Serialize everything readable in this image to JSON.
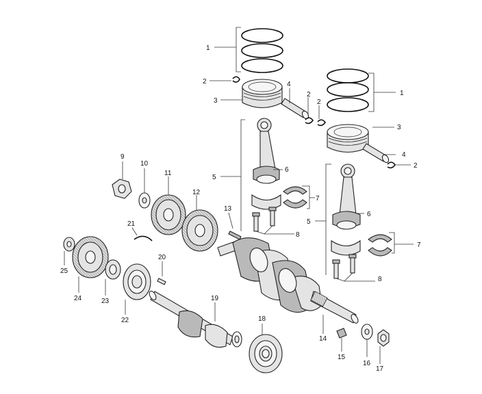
{
  "diagram": {
    "labels": {
      "l1a": "1",
      "l1b": "1",
      "l2a": "2",
      "l2b": "2",
      "l2c": "2",
      "l2d": "2",
      "l3a": "3",
      "l3b": "3",
      "l4a": "4",
      "l4b": "4",
      "l5a": "5",
      "l5b": "5",
      "l6a": "6",
      "l6b": "6",
      "l7a": "7",
      "l7b": "7",
      "l8a": "8",
      "l8b": "8",
      "l9": "9",
      "l10": "10",
      "l11": "11",
      "l12": "12",
      "l13": "13",
      "l14": "14",
      "l15": "15",
      "l16": "16",
      "l17": "17",
      "l18": "18",
      "l19": "19",
      "l20": "20",
      "l21": "21",
      "l22": "22",
      "l23": "23",
      "l24": "24",
      "l25": "25"
    }
  }
}
